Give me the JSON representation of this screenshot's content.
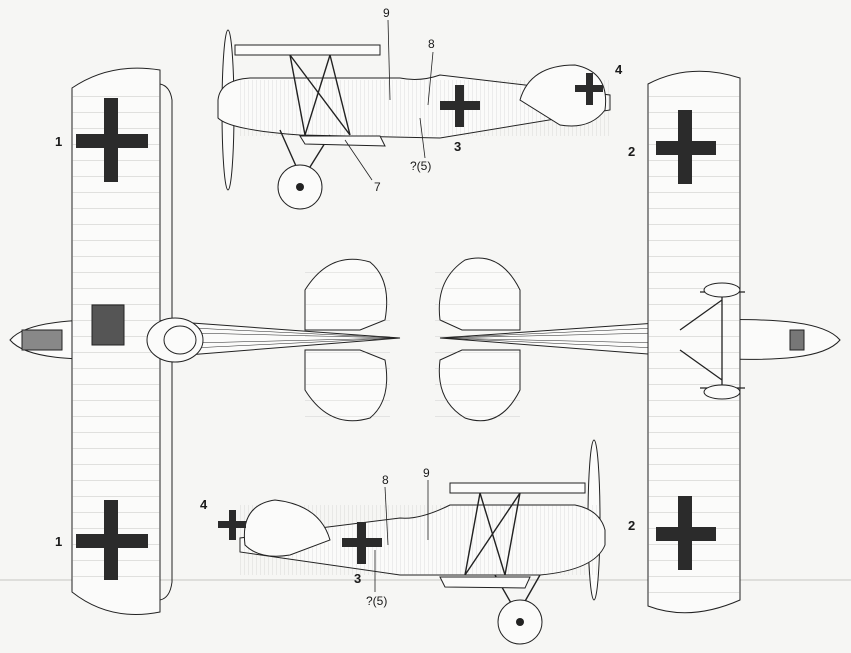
{
  "callouts": {
    "c1": "1",
    "c2": "2",
    "c3": "3",
    "c4": "4",
    "c5": "?(5)",
    "c7": "7",
    "c8": "8",
    "c9": "9"
  },
  "colors": {
    "paper": "#f6f6f4",
    "ink": "#222222",
    "cross": "#2b2b2b"
  }
}
